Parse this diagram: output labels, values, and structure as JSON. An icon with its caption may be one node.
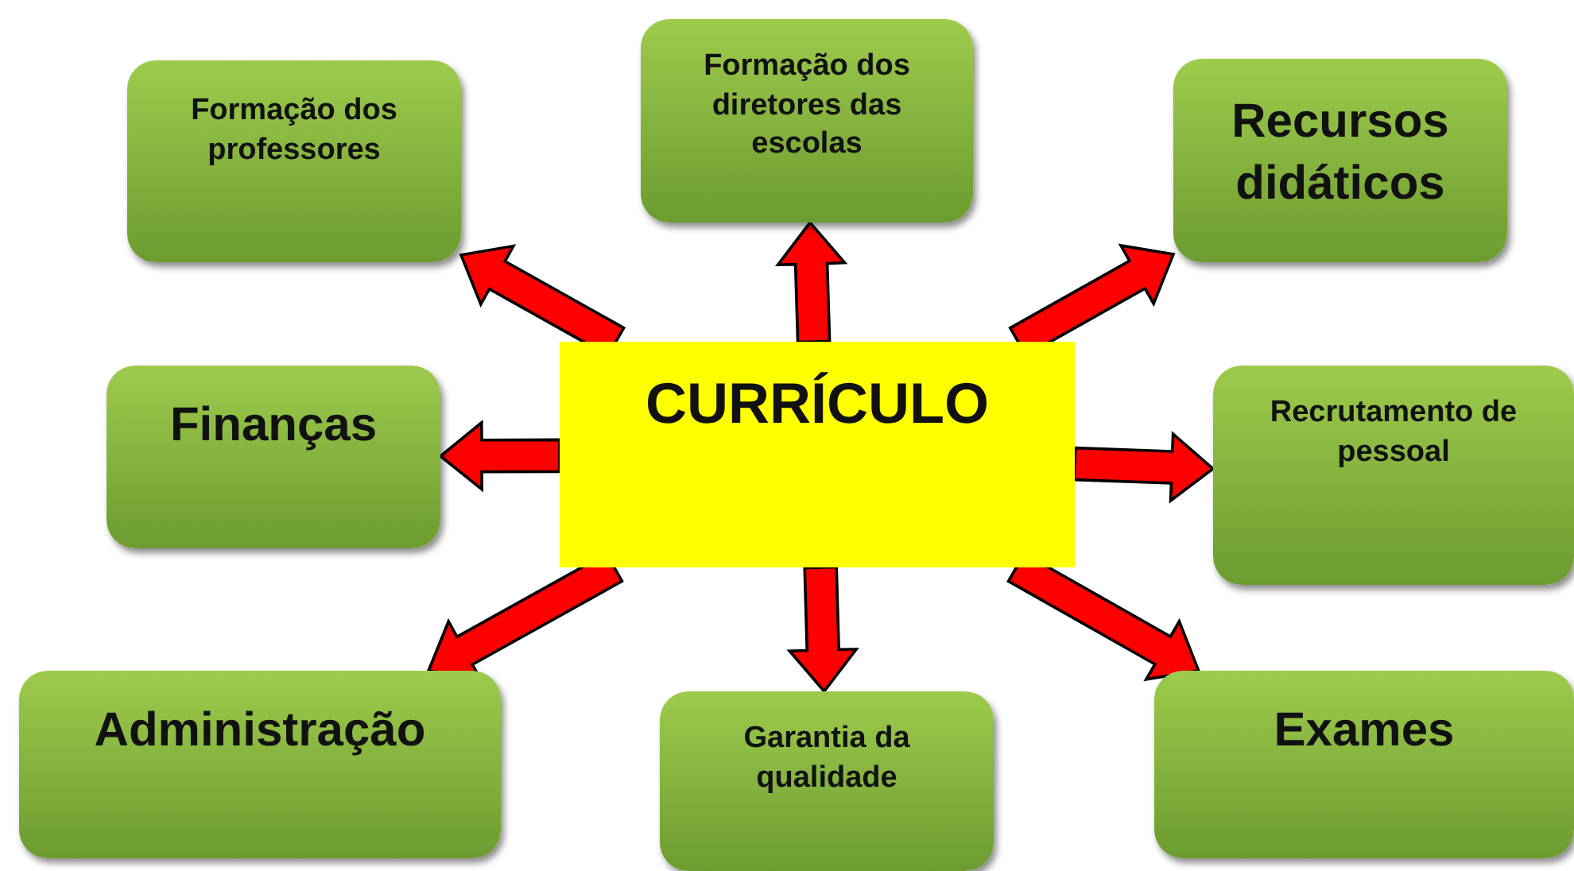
{
  "diagram": {
    "nodes": [
      {
        "text": [
          "CURRÍCULO"
        ]
      },
      {
        "text": [
          "Formação dos professores"
        ]
      },
      {
        "text": [
          "Formação dos diretores das escolas"
        ]
      },
      {
        "text": [
          "Recursos didáticos"
        ]
      },
      {
        "text": [
          "Finanças"
        ]
      },
      {
        "text": [
          "Recrutamento de pessoal"
        ]
      },
      {
        "text": [
          "Administração"
        ]
      },
      {
        "text": [
          "Garantia da qualidade"
        ]
      },
      {
        "text": [
          "Exames"
        ]
      }
    ],
    "edges": [
      {
        "from": 0,
        "to": 1,
        "arrow": "to"
      },
      {
        "from": 0,
        "to": 2,
        "arrow": "to"
      },
      {
        "from": 0,
        "to": 3,
        "arrow": "to"
      },
      {
        "from": 0,
        "to": 4,
        "arrow": "to"
      },
      {
        "from": 0,
        "to": 5,
        "arrow": "to"
      },
      {
        "from": 0,
        "to": 6,
        "arrow": "to"
      },
      {
        "from": 0,
        "to": 7,
        "arrow": "to"
      },
      {
        "from": 0,
        "to": 8,
        "arrow": "to"
      }
    ]
  }
}
